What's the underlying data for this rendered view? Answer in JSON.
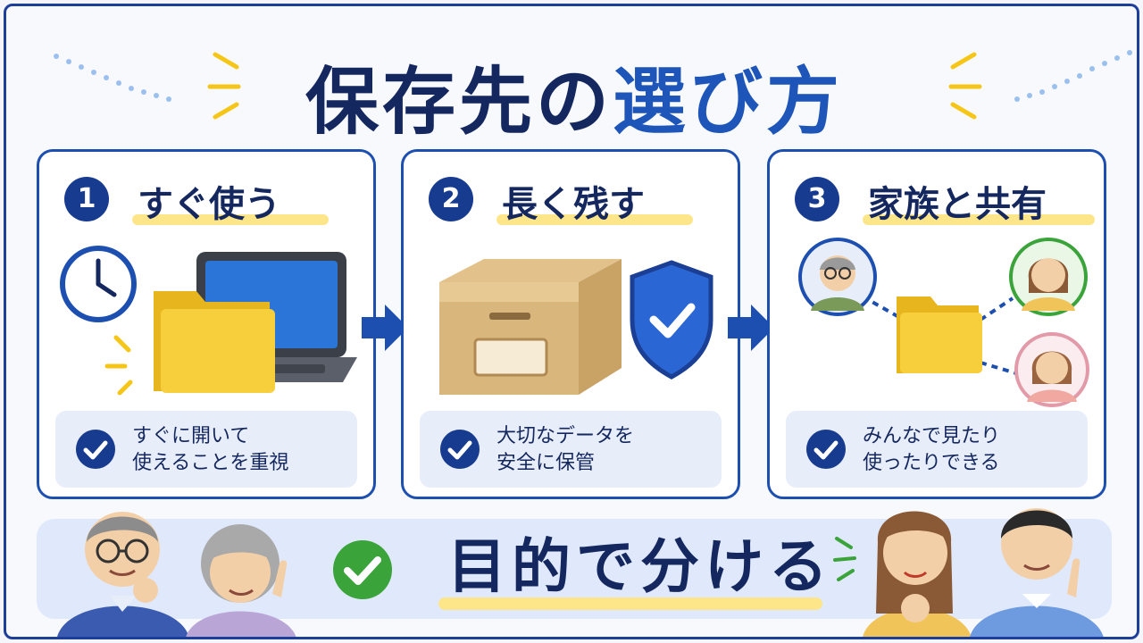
{
  "title": {
    "main": "保存先の",
    "accent": "選び方"
  },
  "steps": [
    {
      "number": "1",
      "title": "すぐ使う",
      "note": "すぐに開いて\n使えることを重視"
    },
    {
      "number": "2",
      "title": "長く残す",
      "note": "大切なデータを\n安全に保管"
    },
    {
      "number": "3",
      "title": "家族と共有",
      "note": "みんなで見たり\n使ったりできる"
    }
  ],
  "banner": {
    "text": "目的で分ける"
  },
  "colors": {
    "navy": "#14275e",
    "blue": "#1d4fb0",
    "folder_yellow": "#f7cf3c",
    "highlight_yellow": "#fde68a",
    "check_green": "#3aa43a"
  },
  "icons": [
    "clock-icon",
    "folder-icon",
    "laptop-icon",
    "box-icon",
    "shield-check-icon",
    "check-icon",
    "arrow-right-icon",
    "person-avatar-icon"
  ]
}
